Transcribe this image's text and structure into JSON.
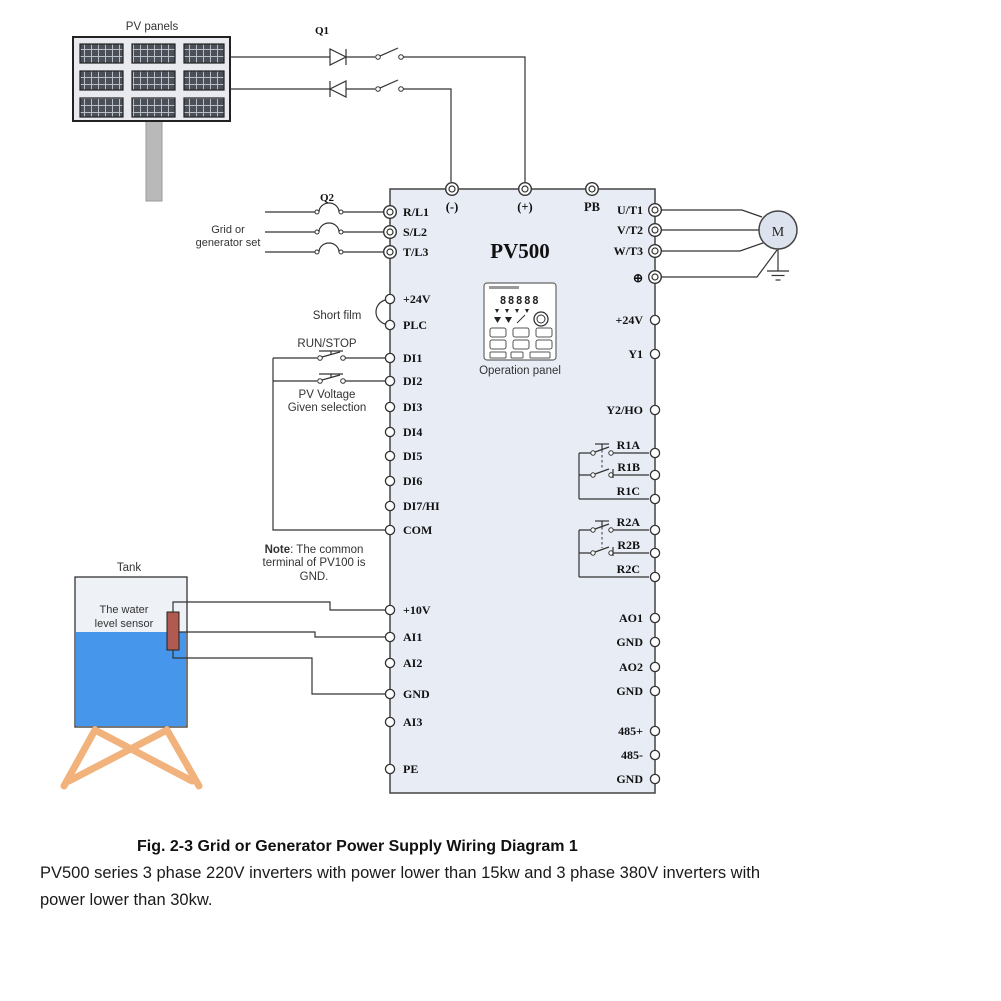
{
  "pv_panels": {
    "label": "PV panels"
  },
  "q1": {
    "label": "Q1"
  },
  "q2": {
    "label": "Q2"
  },
  "grid_source": {
    "line1": "Grid or",
    "line2": "generator set"
  },
  "inverter": {
    "name": "PV500",
    "operation_panel": {
      "label": "Operation panel",
      "display": "88888"
    },
    "top_terminals": [
      "(-)",
      "(+)",
      "PB"
    ],
    "left_terminals": [
      "R/L1",
      "S/L2",
      "T/L3",
      "+24V",
      "PLC",
      "DI1",
      "DI2",
      "DI3",
      "DI4",
      "DI5",
      "DI6",
      "DI7/HI",
      "COM",
      "+10V",
      "AI1",
      "AI2",
      "GND",
      "AI3",
      "PE"
    ],
    "right_terminals": [
      "U/T1",
      "V/T2",
      "W/T3",
      "⊕",
      "+24V",
      "Y1",
      "Y2/HO",
      "R1A",
      "R1B",
      "R1C",
      "R2A",
      "R2B",
      "R2C",
      "AO1",
      "GND",
      "AO2",
      "GND",
      "485+",
      "485-",
      "GND"
    ]
  },
  "annotations": {
    "short_film": "Short film",
    "run_stop": "RUN/STOP",
    "pv_voltage_line1": "PV Voltage",
    "pv_voltage_line2": "Given selection",
    "note_bold": "Note",
    "note_rest": ": The common",
    "note_line2": "terminal of PV100 is",
    "note_line3": "GND."
  },
  "motor": {
    "label": "M"
  },
  "tank": {
    "label": "Tank",
    "sensor_line1": "The water",
    "sensor_line2": "level sensor"
  },
  "caption": {
    "title": "Fig. 2-3 Grid or Generator Power Supply Wiring Diagram 1",
    "body_line1": "PV500 series 3 phase 220V inverters with power lower than 15kw and 3 phase 380V inverters with",
    "body_line2": "power lower than 30kw."
  },
  "colors": {
    "inverter_fill": "#e8ecf5",
    "motor_fill": "#dde3ee",
    "water": "#4697ec",
    "stand": "#f2b27c",
    "sensor": "#b05a50",
    "pole": "#b9b9b9",
    "panel_frame": "#e8eaef",
    "panel_cell": "#4a4f58"
  }
}
